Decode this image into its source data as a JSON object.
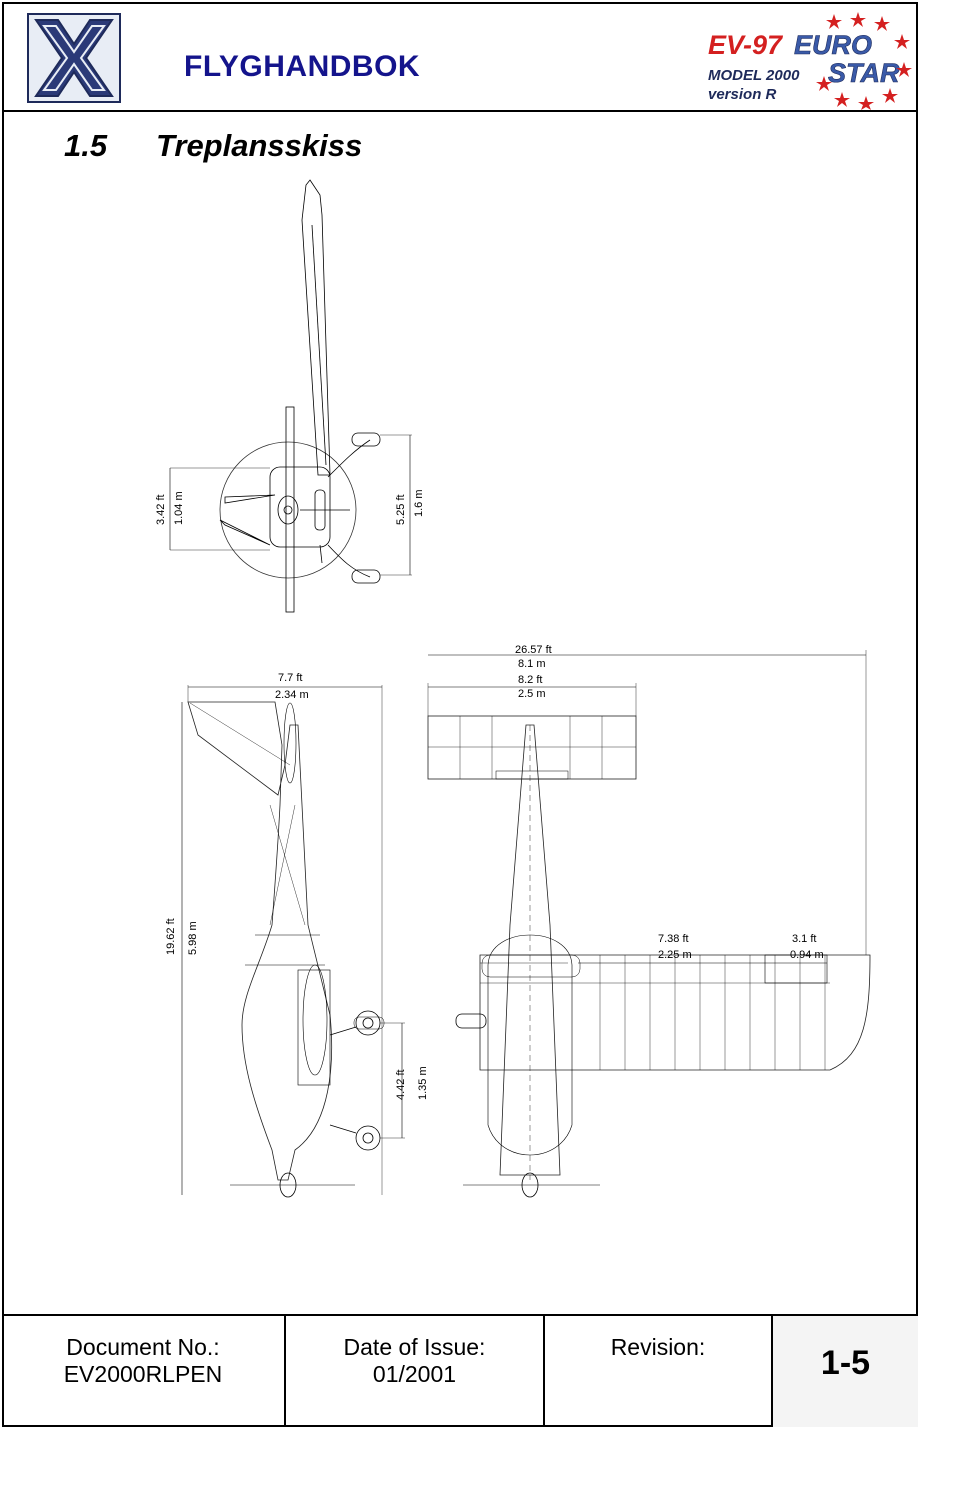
{
  "header": {
    "manual_title": "FLYGHANDBOK",
    "brand": {
      "name_part1": "EV-97",
      "name_part2": "EURO",
      "name_part3": "STAR",
      "model": "MODEL 2000",
      "version": "version R"
    }
  },
  "section": {
    "number": "1.5",
    "title": "Treplansskiss"
  },
  "drawing": {
    "front_view": {
      "height_ft": "3.42 ft",
      "height_m": "1.04 m",
      "gear_height_ft": "5.25 ft",
      "gear_height_m": "1.6 m"
    },
    "side_view": {
      "tail_width_ft": "7.7 ft",
      "tail_width_m": "2.34 m",
      "length_ft": "19.62 ft",
      "length_m": "5.98 m",
      "prop_ft": "4.42 ft",
      "prop_m": "1.35 m"
    },
    "top_view": {
      "span_ft": "26.57 ft",
      "span_m": "8.1 m",
      "htail_ft": "8.2 ft",
      "htail_m": "2.5 m",
      "flap_ft": "7.38 ft",
      "flap_m": "2.25 m",
      "aileron_ft": "3.1 ft",
      "aileron_m": "0.94 m"
    }
  },
  "footer": {
    "doc_label": "Document No.:",
    "doc_value": "EV2000RLPEN",
    "date_label": "Date of Issue:",
    "date_value": "01/2001",
    "revision_label": "Revision:",
    "revision_value": "",
    "page": "1-5"
  },
  "colors": {
    "title_blue": "#14148c",
    "brand_red": "#d42020",
    "brand_blue": "#3a5aa8",
    "logo_navy": "#1e2a5a"
  }
}
